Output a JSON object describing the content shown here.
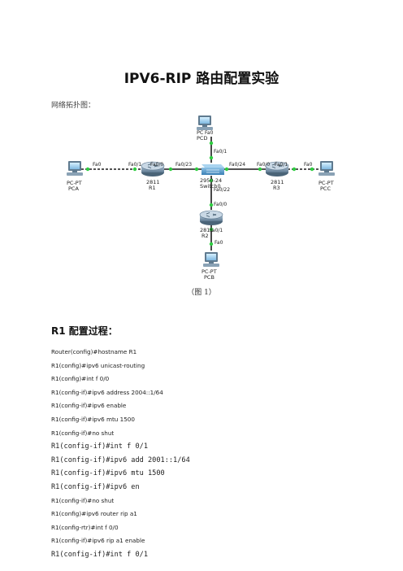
{
  "title": "IPV6-RIP 路由配置实验",
  "subtitle": "网络拓扑图：",
  "topology": {
    "devices": {
      "pca": {
        "type": "PC-PT",
        "name": "PCA",
        "icon": "pc-icon"
      },
      "r1": {
        "type": "2811",
        "name": "R1",
        "icon": "router-icon"
      },
      "switch": {
        "type": "2950-24",
        "name": "Switch0",
        "icon": "switch-icon"
      },
      "r3": {
        "type": "2811",
        "name": "R3",
        "icon": "router-icon"
      },
      "pcc": {
        "type": "PC-PT",
        "name": "PCC",
        "icon": "pc-icon"
      },
      "pcd": {
        "type": "PC",
        "name": "PCD",
        "icon": "pc-icon"
      },
      "r2": {
        "type": "2811",
        "name": "R2",
        "icon": "router-icon"
      },
      "pcb": {
        "type": "PC-PT",
        "name": "PCB",
        "icon": "pc-icon"
      }
    },
    "ports": {
      "pca_fa0": "Fa0",
      "r1_left": "Fa0/1",
      "r1_right": "Fa0/0",
      "sw_left": "Fa0/23",
      "sw_right": "Fa0/24",
      "r3_left": "Fa0/0",
      "r3_right": "Fa0/1",
      "pcc_fa0": "Fa0",
      "pcd_fa0": "Fa0",
      "sw_top": "Fa0/1",
      "sw_bottom": "Fa0/22",
      "r2_top": "Fa0/0",
      "r2_bottom": "Fa0/1",
      "pcb_fa0": "Fa0"
    },
    "link_color": "#1a1a1a",
    "status_dot_color": "#2ecc40"
  },
  "figure_caption": "（图 1）",
  "section_heading": "R1 配置过程：",
  "config_lines": [
    {
      "text": "Router(config)#hostname R1",
      "style": "sans"
    },
    {
      "text": "R1(config)#ipv6 unicast-routing",
      "style": "sans"
    },
    {
      "text": "R1(config)#int f 0/0",
      "style": "sans"
    },
    {
      "text": "R1(config-if)#ipv6 address 2004::1/64",
      "style": "sans"
    },
    {
      "text": "R1(config-if)#ipv6 enable",
      "style": "sans"
    },
    {
      "text": "R1(config-if)#ipv6 mtu 1500",
      "style": "sans"
    },
    {
      "text": "R1(config-if)#no shut",
      "style": "sans"
    },
    {
      "text": "R1(config-if)#int f 0/1",
      "style": "mono"
    },
    {
      "text": "R1(config-if)#ipv6 add 2001::1/64",
      "style": "mono"
    },
    {
      "text": "R1(config-if)#ipv6 mtu 1500",
      "style": "mono"
    },
    {
      "text": "R1(config-if)#ipv6 en",
      "style": "mono"
    },
    {
      "text": "R1(config-if)#no shut",
      "style": "sans"
    },
    {
      "text": "R1(config)#ipv6 router rip a1",
      "style": "sans"
    },
    {
      "text": "R1(config-rtr)#int f 0/0",
      "style": "sans"
    },
    {
      "text": "R1(config-if)#ipv6 rip a1 enable",
      "style": "sans"
    },
    {
      "text": "R1(config-if)#int f 0/1",
      "style": "mono"
    }
  ]
}
